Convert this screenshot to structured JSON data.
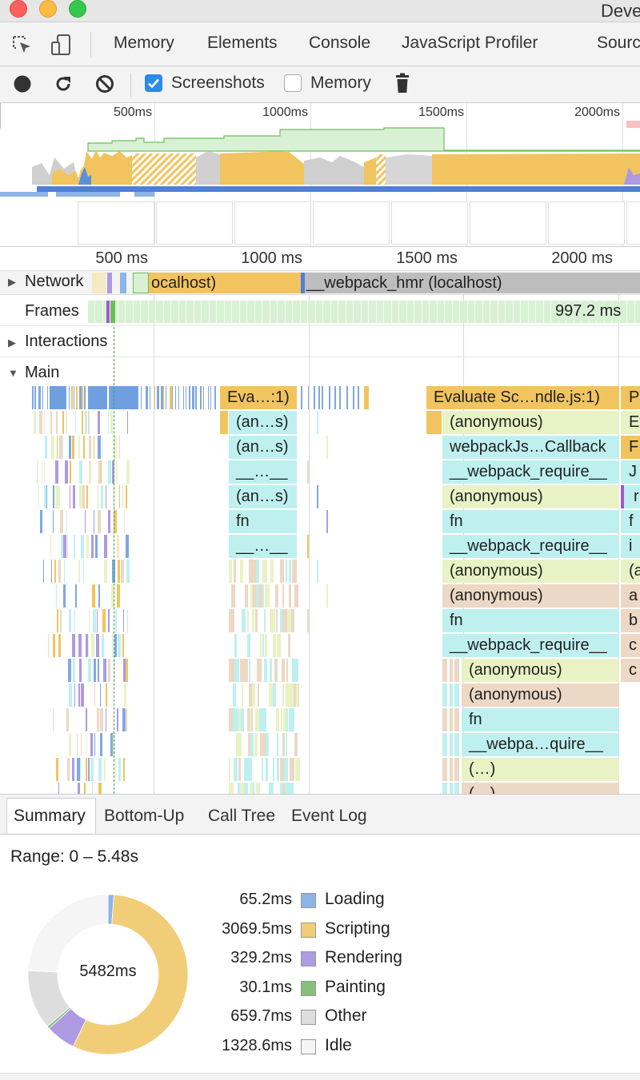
{
  "window": {
    "title": "Deve"
  },
  "tabs": [
    "Memory",
    "Elements",
    "Console",
    "JavaScript Profiler",
    "Sourc"
  ],
  "toolbar": {
    "screenshots_label": "Screenshots",
    "screenshots_checked": true,
    "memory_label": "Memory",
    "memory_checked": false
  },
  "overview": {
    "ticks": [
      "500ms",
      "1000ms",
      "1500ms",
      "2000ms"
    ]
  },
  "ruler": {
    "ticks": [
      "500 ms",
      "1000 ms",
      "1500 ms",
      "2000 ms"
    ]
  },
  "tracks": {
    "network": {
      "label": "Network",
      "request_a": "ocalhost)",
      "request_b": "__webpack_hmr (localhost)"
    },
    "frames": {
      "label": "Frames",
      "duration": "997.2 ms"
    },
    "interactions": {
      "label": "Interactions"
    },
    "main": {
      "label": "Main"
    }
  },
  "flame": {
    "col_a": [
      "Eva…:1)",
      "(an…s)",
      "(an…s)",
      "__…__",
      "(an…s)",
      "fn",
      "__…__"
    ],
    "col_b": [
      "Evaluate Sc…ndle.js:1)",
      "(anonymous)",
      "webpackJs…Callback",
      "__webpack_require__",
      "(anonymous)",
      "fn",
      "__webpack_require__",
      "(anonymous)",
      "(anonymous)",
      "fn",
      "__webpack_require__",
      "(anonymous)",
      "(anonymous)",
      "fn",
      "__webpa…quire__",
      "(…)",
      "(…)"
    ],
    "col_c": [
      "Pa",
      "Ev",
      "F",
      "J",
      "r",
      "f",
      "i",
      "(a",
      "a",
      "b",
      "c",
      "c"
    ]
  },
  "bottom_tabs": [
    "Summary",
    "Bottom-Up",
    "Call Tree",
    "Event Log"
  ],
  "summary": {
    "range_label": "Range: 0 – 5.48s",
    "total": "5482ms",
    "categories": [
      {
        "name": "Loading",
        "value": "65.2ms",
        "ms": 65.2,
        "color": "#8db4e6"
      },
      {
        "name": "Scripting",
        "value": "3069.5ms",
        "ms": 3069.5,
        "color": "#f2cd78"
      },
      {
        "name": "Rendering",
        "value": "329.2ms",
        "ms": 329.2,
        "color": "#ad9ae3"
      },
      {
        "name": "Painting",
        "value": "30.1ms",
        "ms": 30.1,
        "color": "#86c17c"
      },
      {
        "name": "Other",
        "value": "659.7ms",
        "ms": 659.7,
        "color": "#dddddd"
      },
      {
        "name": "Idle",
        "value": "1328.6ms",
        "ms": 1328.6,
        "color": "#f5f5f5"
      }
    ]
  },
  "colors": {
    "scripting": "#f2c45f",
    "loading": "#7fa8e2",
    "js_frame": "#bff0f0",
    "anon_frame": "#e8f2c4",
    "compile_frame": "#ecd8c4",
    "frames_track": "#d8f1d4"
  },
  "icons": [
    "record-icon",
    "reload-icon",
    "clear-icon",
    "trash-icon",
    "inspect-icon",
    "device-icon"
  ]
}
